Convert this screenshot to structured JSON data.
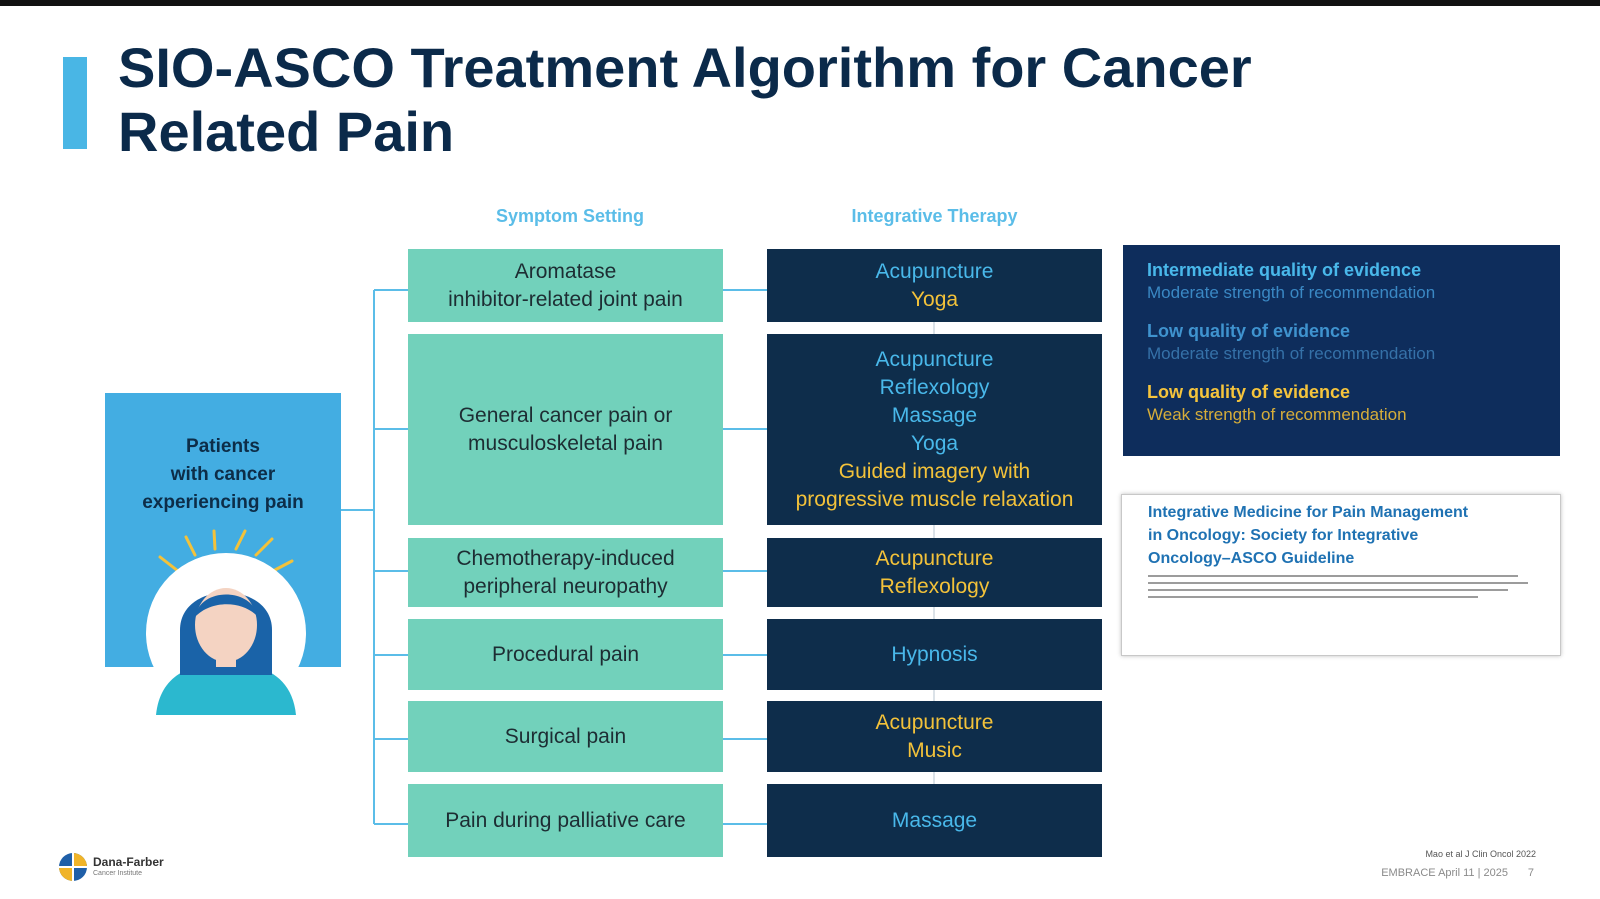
{
  "title": "SIO-ASCO Treatment Algorithm for Cancer Related Pain",
  "column_headers": {
    "symptom_setting": "Symptom Setting",
    "integrative_therapy": "Integrative Therapy"
  },
  "patient_box": {
    "lines": [
      "Patients",
      "with cancer",
      "experiencing pain"
    ]
  },
  "rows": [
    {
      "symptom": [
        "Aromatase",
        "inhibitor-related joint pain"
      ],
      "therapies": [
        {
          "text": "Acupuncture",
          "evidence": "intermediate"
        },
        {
          "text": "Yoga",
          "evidence": "weak"
        }
      ]
    },
    {
      "symptom": [
        "General cancer pain or",
        "musculoskeletal pain"
      ],
      "therapies": [
        {
          "text": "Acupuncture",
          "evidence": "low"
        },
        {
          "text": "Reflexology",
          "evidence": "low"
        },
        {
          "text": "Massage",
          "evidence": "intermediate"
        },
        {
          "text": "Yoga",
          "evidence": "low"
        },
        {
          "text": "Guided imagery with",
          "evidence": "weak"
        },
        {
          "text": "progressive muscle relaxation",
          "evidence": "weak"
        }
      ]
    },
    {
      "symptom": [
        "Chemotherapy-induced",
        "peripheral neuropathy"
      ],
      "therapies": [
        {
          "text": "Acupuncture",
          "evidence": "weak"
        },
        {
          "text": "Reflexology",
          "evidence": "weak"
        }
      ]
    },
    {
      "symptom": [
        "Procedural pain"
      ],
      "therapies": [
        {
          "text": "Hypnosis",
          "evidence": "low"
        }
      ]
    },
    {
      "symptom": [
        "Surgical pain"
      ],
      "therapies": [
        {
          "text": "Acupuncture",
          "evidence": "weak"
        },
        {
          "text": "Music",
          "evidence": "weak"
        }
      ]
    },
    {
      "symptom": [
        "Pain during palliative care"
      ],
      "therapies": [
        {
          "text": "Massage",
          "evidence": "low"
        }
      ]
    }
  ],
  "legend": [
    {
      "key": "intermediate",
      "quality": "Intermediate quality of evidence",
      "strength": "Moderate strength of recommendation",
      "color": "#49b8ea"
    },
    {
      "key": "low",
      "quality": "Low quality of evidence",
      "strength": "Moderate strength of recommendation",
      "color": "#49b8ea"
    },
    {
      "key": "weak",
      "quality": "Low quality of evidence",
      "strength": "Weak strength of recommendation",
      "color": "#f3c23a"
    }
  ],
  "reference": {
    "title_lines": [
      "Integrative Medicine for Pain Management",
      "in Oncology: Society for Integrative",
      "Oncology–ASCO Guideline"
    ]
  },
  "footer": {
    "logo_name": "Dana-Farber",
    "logo_sub": "Cancer Institute",
    "citation": "Mao et al J Clin Oncol 2022",
    "slide_info": "EMBRACE April 11 | 2025",
    "page_number": "7"
  },
  "colors": {
    "title": "#0b2a4a",
    "accent": "#49b6e5",
    "symptom_box": "#72d1bb",
    "therapy_box": "#0e2d4b",
    "legend_box": "#0e2d5c",
    "patient_box": "#43ade2"
  }
}
